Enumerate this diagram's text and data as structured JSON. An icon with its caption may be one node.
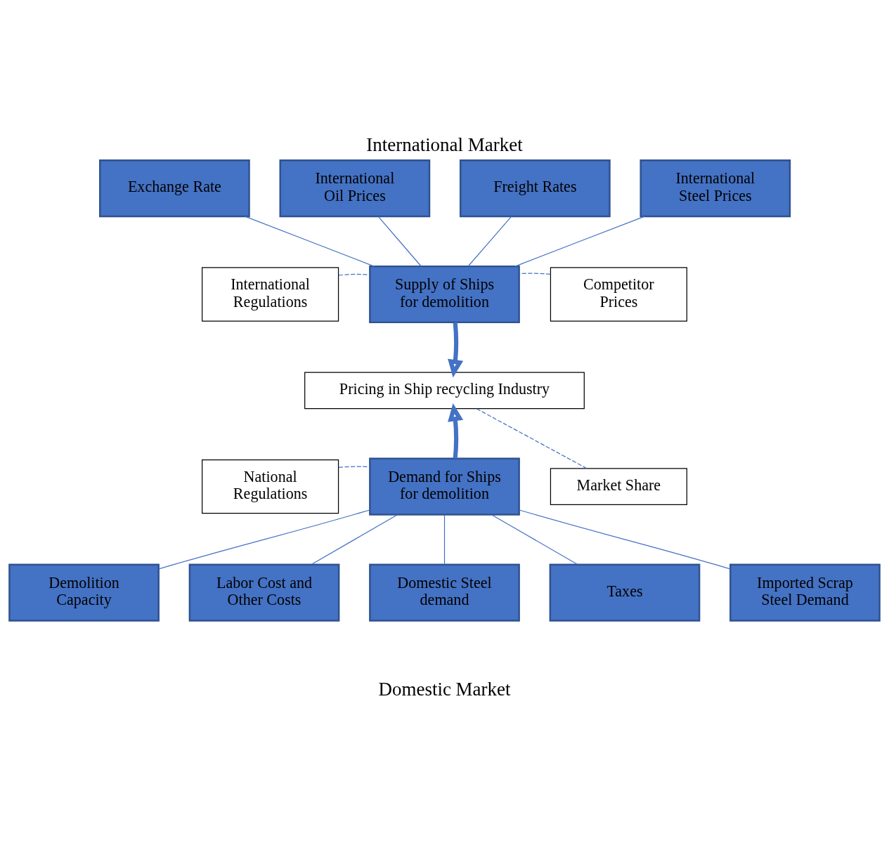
{
  "diagram": {
    "title": "International Market",
    "nodes": [
      {
        "text": [
          "Exchange Rate"
        ]
      },
      {
        "text": [
          "International Oil Prices"
        ]
      },
      {
        "text": [
          "Freight Rates"
        ]
      },
      {
        "text": [
          "International Steel Prices"
        ]
      },
      {
        "text": [
          "International Regulations"
        ]
      },
      {
        "text": [
          "Supply of Ships for demolition"
        ]
      },
      {
        "text": [
          "Competitor Prices"
        ]
      },
      {
        "text": [
          "Pricing in Ship recycling Industry"
        ]
      },
      {
        "text": [
          "National Regulations"
        ]
      },
      {
        "text": [
          "Demand for Ships for demolition"
        ]
      },
      {
        "text": [
          "Market Share"
        ]
      },
      {
        "text": [
          "Demolition Capacity"
        ]
      },
      {
        "text": [
          "Labor Cost and Other Costs"
        ]
      },
      {
        "text": [
          "Domestic Steel demand"
        ]
      },
      {
        "text": [
          "Taxes"
        ]
      },
      {
        "text": [
          "Imported Scrap Steel Demand"
        ]
      }
    ],
    "edges": [
      {
        "from": 0,
        "to": 5,
        "arrow": "none"
      },
      {
        "from": 1,
        "to": 5,
        "arrow": "none"
      },
      {
        "from": 2,
        "to": 5,
        "arrow": "none"
      },
      {
        "from": 3,
        "to": 5,
        "arrow": "none"
      },
      {
        "from": 4,
        "to": 5,
        "arrow": "none",
        "style": "dashed"
      },
      {
        "from": 6,
        "to": 5,
        "arrow": "none",
        "style": "dashed"
      },
      {
        "from": 5,
        "to": 7,
        "arrow": "to",
        "style": "thick"
      },
      {
        "from": 9,
        "to": 7,
        "arrow": "to",
        "style": "thick"
      },
      {
        "from": 8,
        "to": 9,
        "arrow": "none",
        "style": "dashed"
      },
      {
        "from": 10,
        "to": 7,
        "arrow": "none",
        "style": "dashed"
      },
      {
        "from": 9,
        "to": 11,
        "arrow": "none"
      },
      {
        "from": 9,
        "to": 12,
        "arrow": "none"
      },
      {
        "from": 9,
        "to": 13,
        "arrow": "none"
      },
      {
        "from": 9,
        "to": 14,
        "arrow": "none"
      },
      {
        "from": 9,
        "to": 15,
        "arrow": "none"
      }
    ],
    "labels": [
      "Domestic Market"
    ]
  }
}
